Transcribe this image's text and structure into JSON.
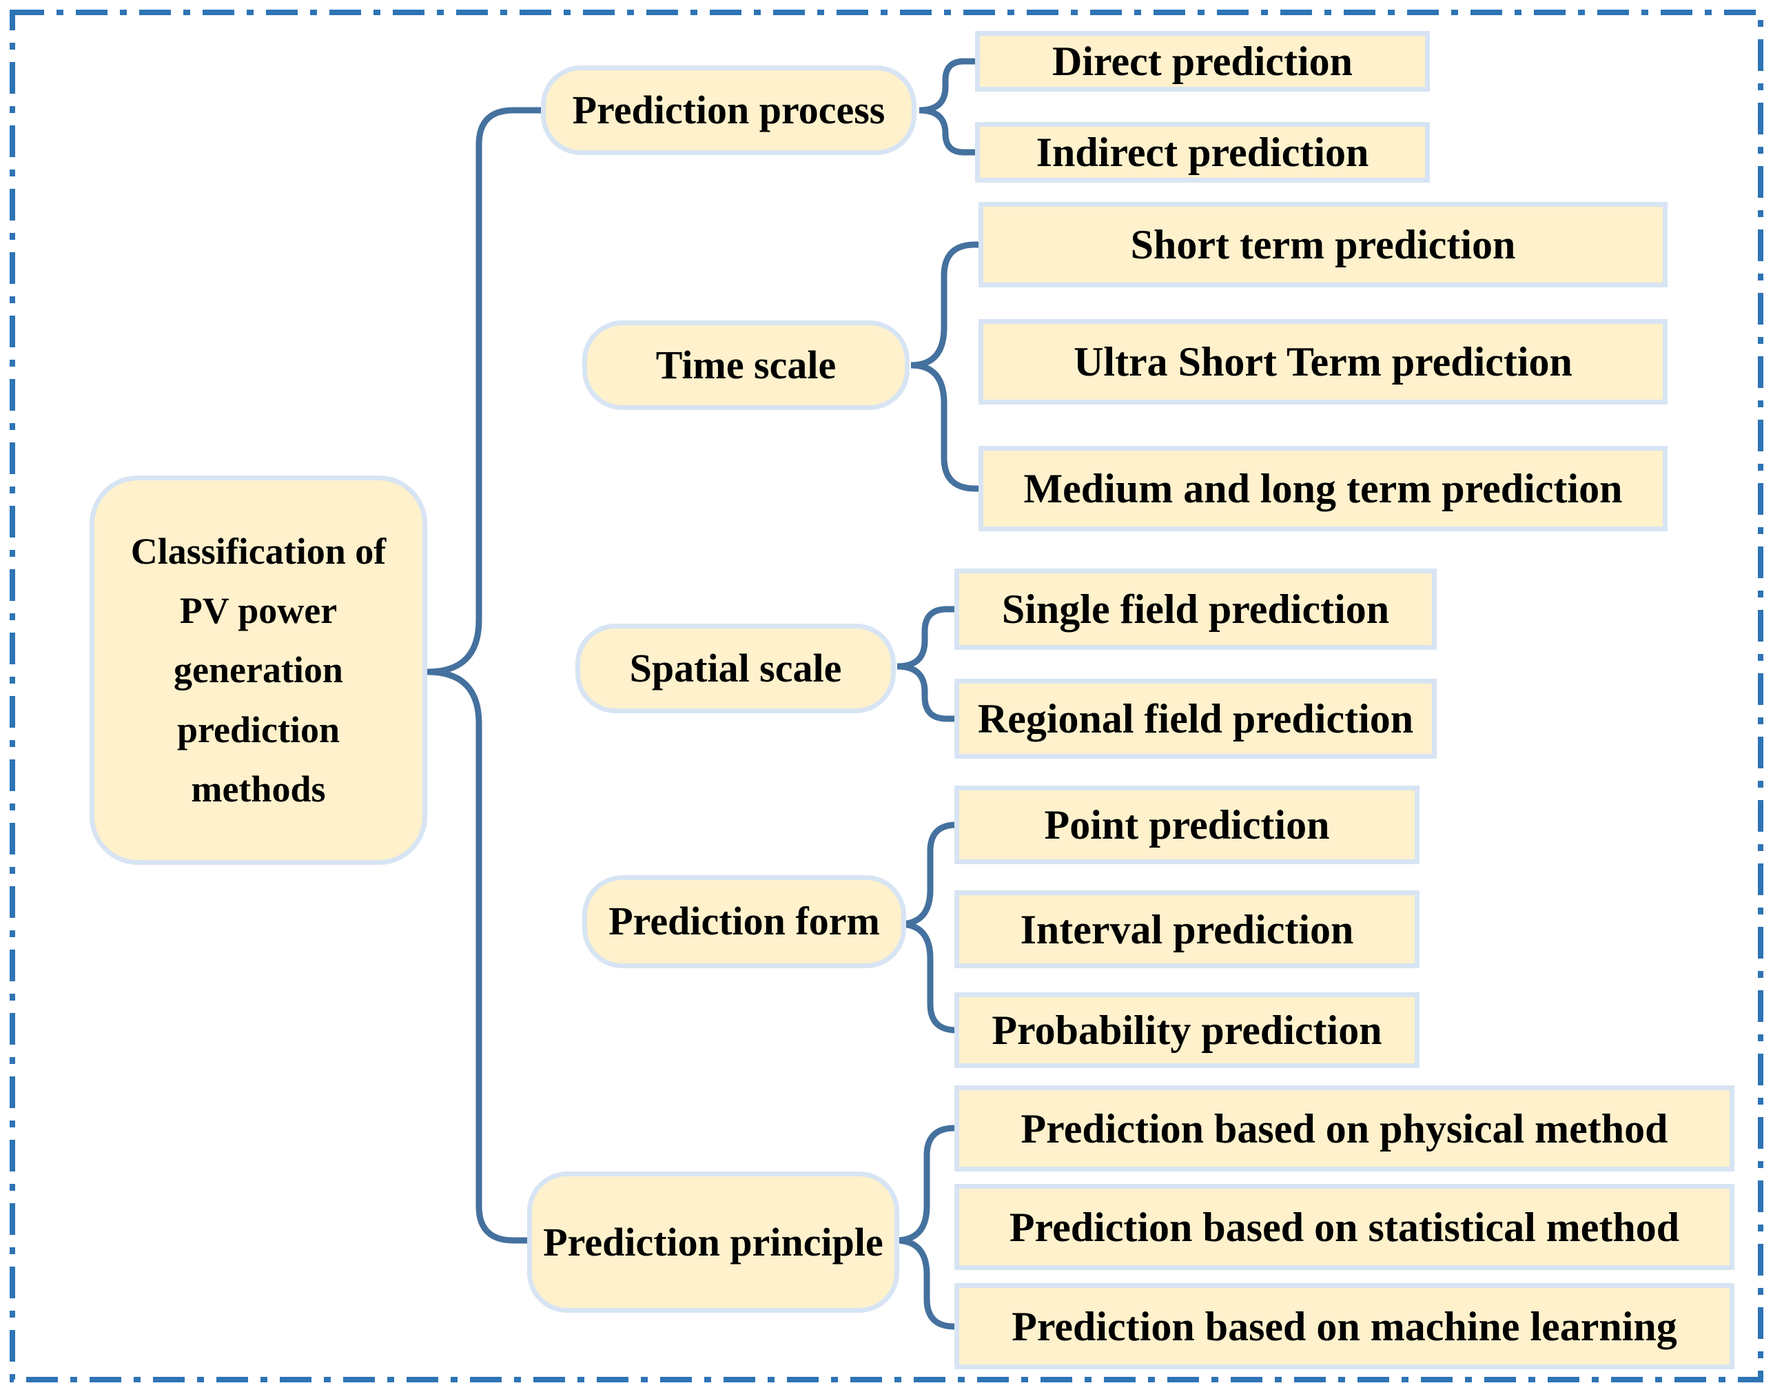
{
  "figure": {
    "title": "Classification of PV power generation prediction methods",
    "type": "tree-diagram",
    "colors": {
      "node_fill": "#FEF1CC",
      "node_border": "#D7E4F3",
      "brace": "#44719E",
      "frame": "#2E74B5",
      "text": "#000000",
      "background": "#FFFFFF"
    }
  },
  "diagram": {
    "root": {
      "label": "Classification of PV power generation prediction methods"
    },
    "branches": [
      {
        "label": "Prediction process",
        "children": [
          "Direct prediction",
          "Indirect prediction"
        ]
      },
      {
        "label": "Time scale",
        "children": [
          "Short term prediction",
          "Ultra Short Term prediction",
          "Medium and long term prediction"
        ]
      },
      {
        "label": "Spatial scale",
        "children": [
          "Single field prediction",
          "Regional field prediction"
        ]
      },
      {
        "label": "Prediction form",
        "children": [
          "Point prediction",
          "Interval prediction",
          "Probability prediction"
        ]
      },
      {
        "label": "Prediction principle",
        "children": [
          "Prediction based on physical method",
          "Prediction based on statistical method",
          "Prediction based on machine learning"
        ]
      }
    ]
  }
}
